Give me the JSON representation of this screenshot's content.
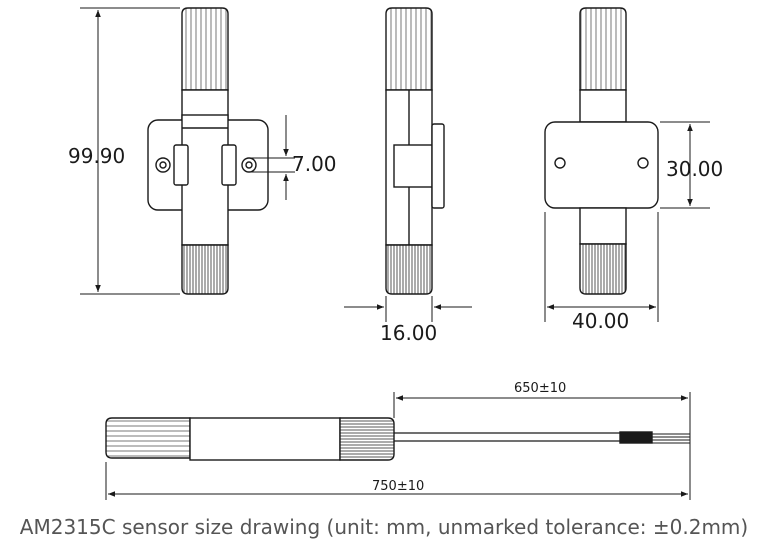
{
  "dimensions": {
    "height": "99.90",
    "hole_spacing": "7.00",
    "thickness": "16.00",
    "plate_width": "40.00",
    "plate_height": "30.00",
    "cable_length": "650±10",
    "total_length": "750±10"
  },
  "caption": "AM2315C sensor size drawing (unit: mm, unmarked tolerance: ±0.2mm)",
  "colors": {
    "line": "#1a1a1a",
    "caption": "#555555"
  }
}
